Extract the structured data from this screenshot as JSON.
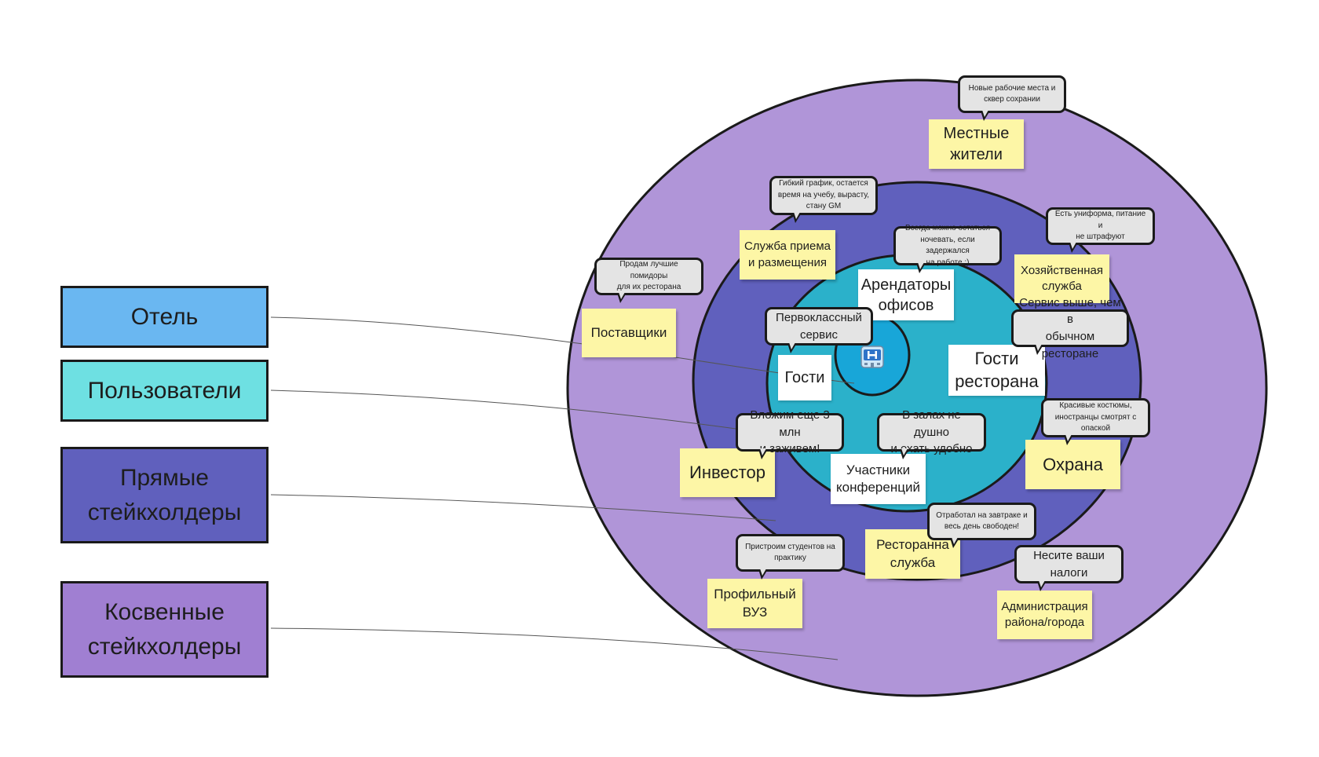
{
  "legend": {
    "hotel": "Отель",
    "users": "Пользователи",
    "direct": "Прямые\nстейкхолдеры",
    "indirect": "Косвенные\nстейкхолдеры"
  },
  "colors": {
    "ring_outer": "#b095d8",
    "ring_mid": "#6060bd",
    "ring_inner": "#2bb1ca",
    "core": "#18a6d8",
    "legend_hotel": "#6ab7f1",
    "legend_users": "#6ee0e2",
    "legend_direct": "#6060bd",
    "legend_indirect": "#a07fd2",
    "sticky": "#fdf6a6"
  },
  "center": {
    "icon": "hotel-building-icon"
  },
  "users": {
    "guests": "Гости",
    "office_tenants": "Арендаторы\nофисов",
    "restaurant_guests": "Гости\nресторана",
    "conference": "Участники\nконференций"
  },
  "direct": {
    "reception": "Служба приема\nи размещения",
    "housekeeping": "Хозяйственная\nслужба",
    "investor": "Инвестор",
    "security": "Охрана",
    "restaurant": "Ресторанна\nслужба"
  },
  "indirect": {
    "locals": "Местные\nжители",
    "suppliers": "Поставщики",
    "university": "Профильный\nВУЗ",
    "administration": "Администрация\nрайона/города"
  },
  "quotes": {
    "locals": "Новые рабочие места и\nсквер сохрании",
    "reception": "Гибкий график, остается\nвремя на учебу, вырасту,\nстану GM",
    "tenants": "Всегда можно остаться\nночевать, если задержался\nна работе :)",
    "housekeeping": "Есть униформа, питание и\nне штрафуют",
    "suppliers": "Продам лучшие помидоры\nдля их ресторана",
    "guests": "Первоклассный\nсервис",
    "restaurant_guests": "Сервис выше, чем в\nобычном ресторане",
    "security": "Красивые костюмы,\nиностранцы смотрят с\nопаской",
    "investor": "Вложим еще 3 млн\nи заживем!",
    "conference": "В залах не душно\nи ехать удобно",
    "restaurant": "Отработал на завтраке и\nвесь день свободен!",
    "university": "Пристроим студентов на\nпрактику",
    "administration": "Несите ваши\nналоги"
  }
}
